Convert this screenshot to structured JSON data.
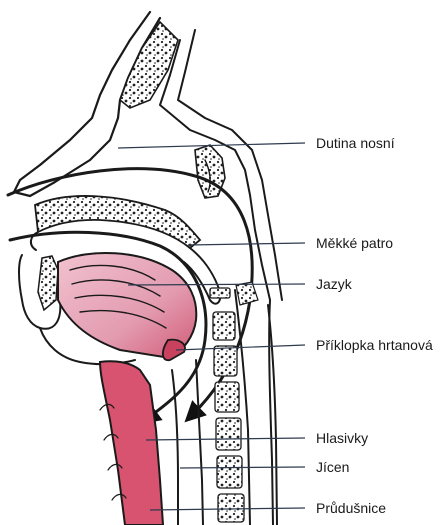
{
  "labels": {
    "nasal_cavity": "Dutina nosní",
    "soft_palate": "Měkké patro",
    "tongue": "Jazyk",
    "epiglottis": "Příklopka hrtanová",
    "vocal_cords": "Hlasivky",
    "esophagus": "Jícen",
    "trachea": "Průdušnice"
  },
  "colors": {
    "tongue_fill": "#e6a5ba",
    "airway_fill": "#d8536f",
    "ink": "#1a1a1a",
    "leader": "#2f3a4f"
  }
}
